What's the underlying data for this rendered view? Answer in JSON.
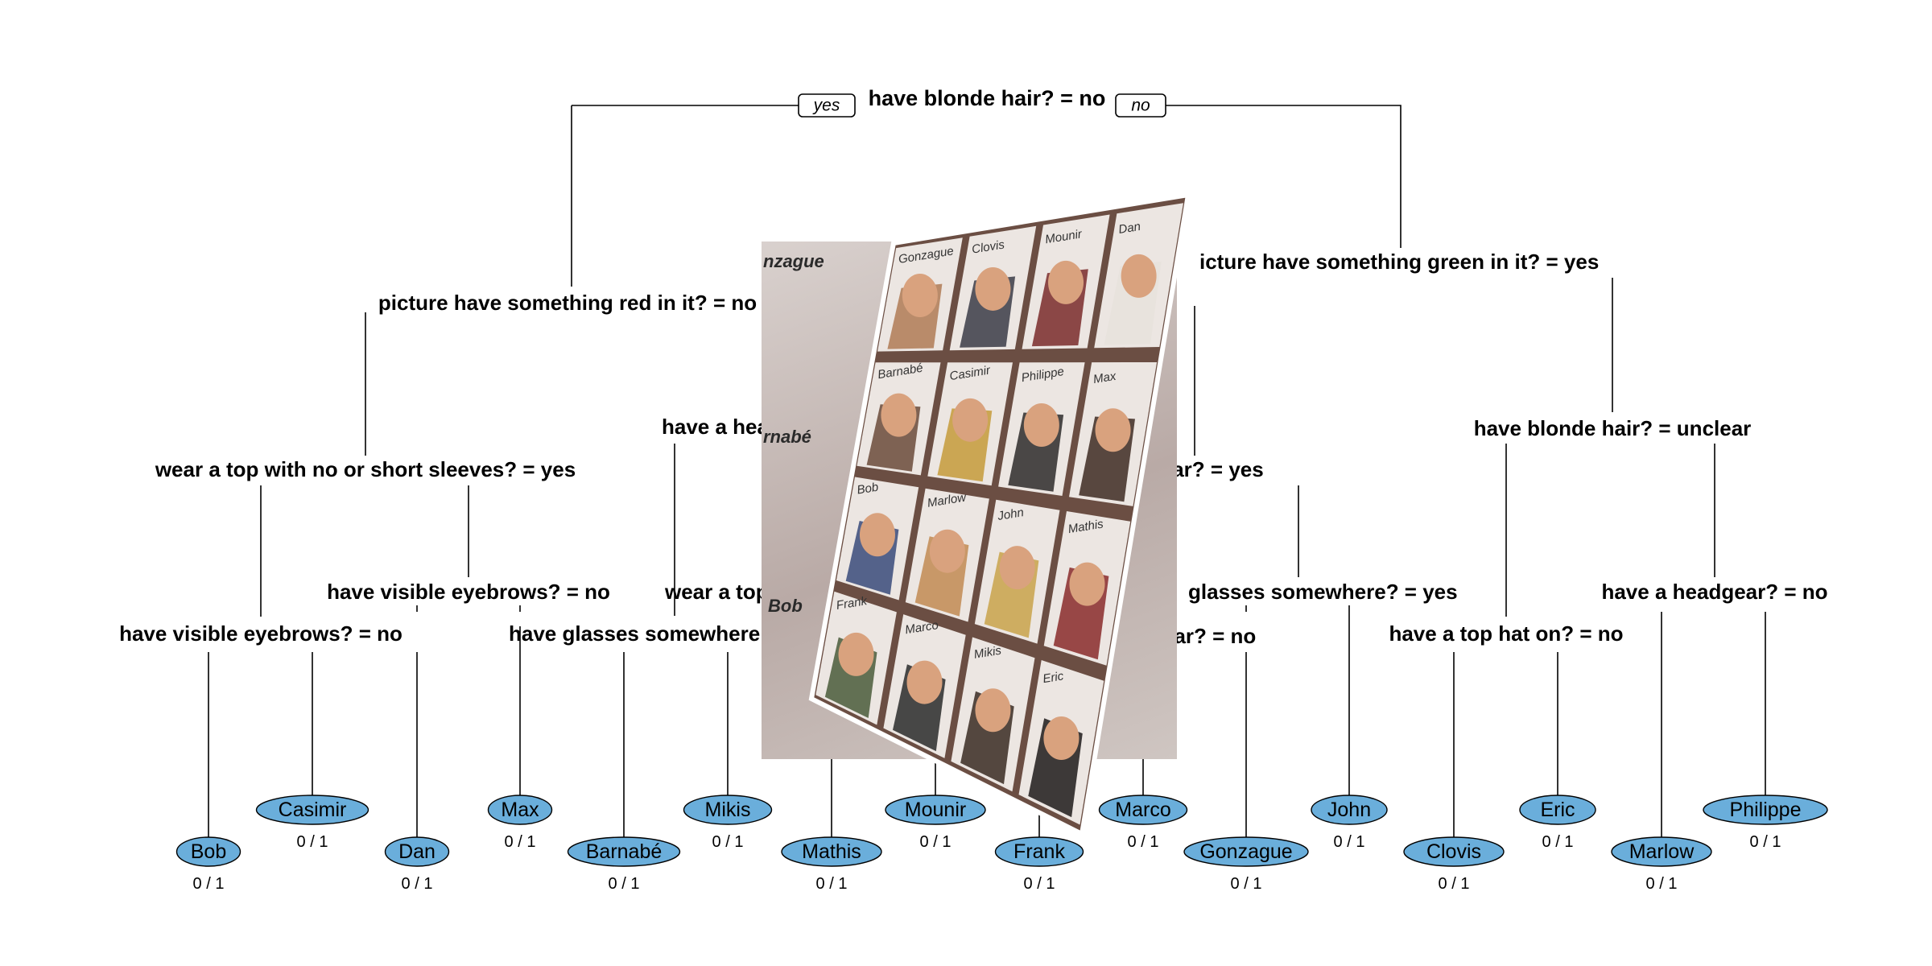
{
  "tree": {
    "root_question": "have blonde hair? = no",
    "root_left_edge": "yes",
    "root_right_edge": "no",
    "nodes": [
      {
        "id": "n_red",
        "text": "picture have something red in it? = no"
      },
      {
        "id": "n_green",
        "text": "icture have something green in it? = yes"
      },
      {
        "id": "n_sleeves",
        "text": "wear a top with no or short sleeves? = yes"
      },
      {
        "id": "n_headgear_left",
        "text": "have a hea"
      },
      {
        "id": "n_headgear_right",
        "text": "dgear? = yes"
      },
      {
        "id": "n_blonde_unclear",
        "text": "have blonde hair? = unclear"
      },
      {
        "id": "n_eyebrows_mid",
        "text": "have visible eyebrows? = no"
      },
      {
        "id": "n_wear_top",
        "text": "wear a top"
      },
      {
        "id": "n_glasses_right",
        "text": "glasses somewhere? = yes"
      },
      {
        "id": "n_headgear_no",
        "text": "have a headgear? = no"
      },
      {
        "id": "n_eyebrows_left",
        "text": "have visible eyebrows? = no"
      },
      {
        "id": "n_glasses_left",
        "text": "have glasses somewhere"
      },
      {
        "id": "n_ear_no",
        "text": "ear? = no"
      },
      {
        "id": "n_tophat",
        "text": "have a top hat on? = no"
      }
    ],
    "leaves": [
      {
        "name": "Bob",
        "count": "0 / 1"
      },
      {
        "name": "Casimir",
        "count": "0 / 1"
      },
      {
        "name": "Dan",
        "count": "0 / 1"
      },
      {
        "name": "Max",
        "count": "0 / 1"
      },
      {
        "name": "Barnabé",
        "count": "0 / 1"
      },
      {
        "name": "Mikis",
        "count": "0 / 1"
      },
      {
        "name": "Mathis",
        "count": "0 / 1"
      },
      {
        "name": "Mounir",
        "count": "0 / 1"
      },
      {
        "name": "Frank",
        "count": "0 / 1"
      },
      {
        "name": "Marco",
        "count": "0 / 1"
      },
      {
        "name": "Gonzague",
        "count": "0 / 1"
      },
      {
        "name": "John",
        "count": "0 / 1"
      },
      {
        "name": "Clovis",
        "count": "0 / 1"
      },
      {
        "name": "Eric",
        "count": "0 / 1"
      },
      {
        "name": "Marlow",
        "count": "0 / 1"
      },
      {
        "name": "Philippe",
        "count": "0 / 1"
      }
    ]
  },
  "photo": {
    "card_labels": [
      "Gonzague",
      "Clovis",
      "Mounir",
      "Dan",
      "Barnabé",
      "Casimir",
      "Philippe",
      "Max",
      "Bob",
      "Marlow",
      "John",
      "Mathis",
      "Frank",
      "Marco",
      "Mikis",
      "Eric"
    ],
    "back_labels": [
      "nzague",
      "rnabé",
      "Bob"
    ]
  },
  "colors": {
    "leaf_fill": "#6aaedb",
    "line": "#000000",
    "photo_frame": "#6b4e43",
    "card_bg": "#ece6e2"
  }
}
